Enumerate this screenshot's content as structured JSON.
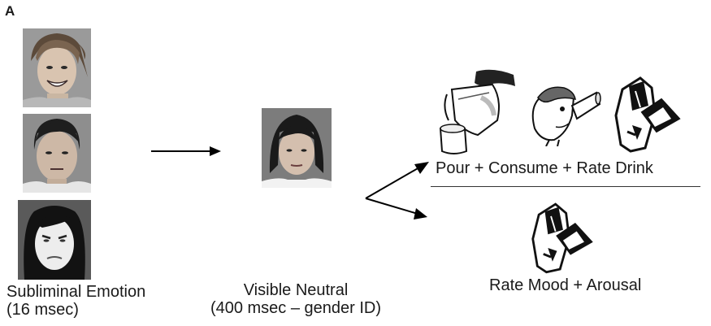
{
  "panel_label": "A",
  "subliminal": {
    "line1": "Subliminal Emotion",
    "line2": "(16 msec)"
  },
  "visible": {
    "line1": "Visible Neutral",
    "line2": "(400 msec – gender ID)"
  },
  "outcome_drink": {
    "label": "Pour + Consume + Rate Drink"
  },
  "outcome_mood": {
    "label": "Rate Mood + Arousal"
  },
  "icons": {
    "face_happy": "happy-face-photo",
    "face_neutral": "neutral-face-photo",
    "face_angry": "angry-face-photo",
    "face_visible": "visible-neutral-face-photo",
    "pitcher": "pitcher-pour-icon",
    "drinker": "person-drinking-icon",
    "pencil": "pencil-rating-icon"
  }
}
